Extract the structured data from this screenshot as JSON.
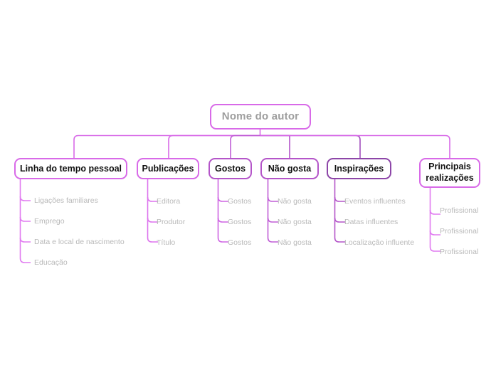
{
  "diagram": {
    "type": "mind-map",
    "language": "pt",
    "colors": {
      "accent_light": "#d86ae8",
      "accent_mid": "#b455c9",
      "accent_dark": "#8d46a8",
      "root_text": "#9e9e9e",
      "branch_text": "#111111",
      "leaf_text": "#b9b9b9",
      "background": "#ffffff"
    },
    "root": {
      "label": "Nome do autor"
    },
    "branches": [
      {
        "label": "Linha do tempo pessoal",
        "children": [
          "Ligações familiares",
          "Emprego",
          "Data e local de nascimento",
          "Educação"
        ]
      },
      {
        "label": "Publicações",
        "children": [
          "Editora",
          "Produtor",
          "Título"
        ]
      },
      {
        "label": "Gostos",
        "children": [
          "Gostos",
          "Gostos",
          "Gostos"
        ]
      },
      {
        "label": "Não gosta",
        "children": [
          "Não gosta",
          "Não gosta",
          "Não gosta"
        ]
      },
      {
        "label": "Inspirações",
        "children": [
          "Eventos influentes",
          "Datas influentes",
          "Localização influente"
        ]
      },
      {
        "label": "Principais realizações",
        "label_line1": "Principais",
        "label_line2": "realizações",
        "children": [
          "Profissional",
          "Profissional",
          "Profissional"
        ]
      }
    ]
  }
}
